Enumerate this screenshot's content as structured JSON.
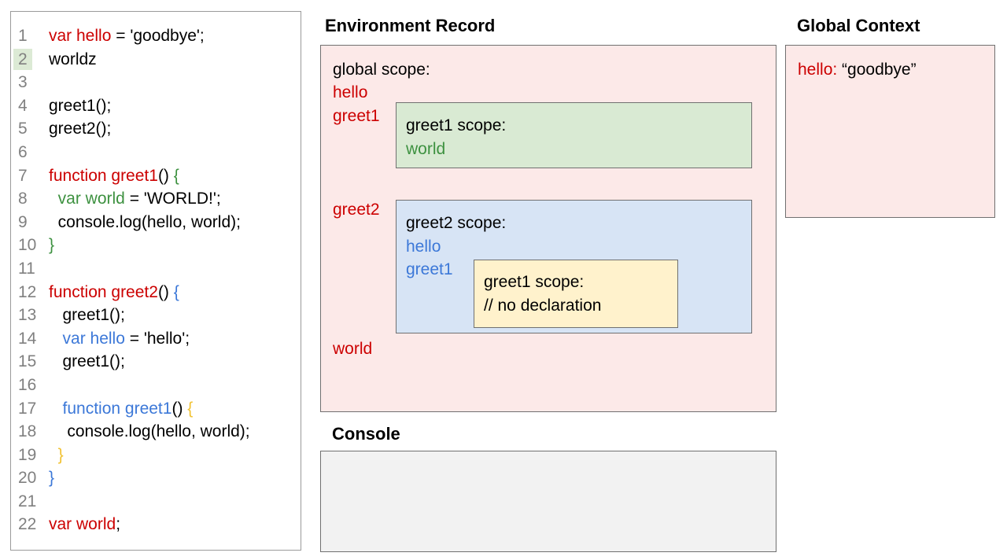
{
  "palette": {
    "code_red": "#cc0000",
    "code_green": "#3d9140",
    "code_blue": "#3c78d8",
    "code_yellow": "#f1c232",
    "code_black": "#000000",
    "line_number_gray": "#808080",
    "line_highlight_green": "#dcead5",
    "pink_bg": "#fce9e8",
    "green_bg": "#d9ead3",
    "blue_bg": "#d7e4f5",
    "yellow_bg": "#fff2cc",
    "console_bg": "#f2f2f2",
    "box_border": "#707070",
    "panel_border": "#9a9a9a"
  },
  "code_panel": {
    "lines": [
      {
        "num": "1",
        "tokens": [
          {
            "t": "var hello",
            "c": "red"
          },
          {
            "t": " = 'goodbye';",
            "c": "black"
          }
        ]
      },
      {
        "num": "2",
        "highlight": true,
        "tokens": [
          {
            "t": "worldz",
            "c": "black"
          }
        ]
      },
      {
        "num": "3",
        "tokens": []
      },
      {
        "num": "4",
        "tokens": [
          {
            "t": "greet1();",
            "c": "black"
          }
        ]
      },
      {
        "num": "5",
        "tokens": [
          {
            "t": "greet2();",
            "c": "black"
          }
        ]
      },
      {
        "num": "6",
        "tokens": []
      },
      {
        "num": "7",
        "tokens": [
          {
            "t": "function greet1",
            "c": "red"
          },
          {
            "t": "() ",
            "c": "black"
          },
          {
            "t": "{",
            "c": "green"
          }
        ]
      },
      {
        "num": "8",
        "tokens": [
          {
            "t": "  ",
            "c": "black"
          },
          {
            "t": "var world",
            "c": "green"
          },
          {
            "t": " = 'WORLD!';",
            "c": "black"
          }
        ]
      },
      {
        "num": "9",
        "tokens": [
          {
            "t": "  console.log(hello, world);",
            "c": "black"
          }
        ]
      },
      {
        "num": "10",
        "tokens": [
          {
            "t": "}",
            "c": "green"
          }
        ]
      },
      {
        "num": "11",
        "tokens": []
      },
      {
        "num": "12",
        "tokens": [
          {
            "t": "function greet2",
            "c": "red"
          },
          {
            "t": "() ",
            "c": "black"
          },
          {
            "t": "{",
            "c": "blue"
          }
        ]
      },
      {
        "num": "13",
        "tokens": [
          {
            "t": "   greet1();",
            "c": "black"
          }
        ]
      },
      {
        "num": "14",
        "tokens": [
          {
            "t": "   ",
            "c": "black"
          },
          {
            "t": "var hello",
            "c": "blue"
          },
          {
            "t": " = 'hello';",
            "c": "black"
          }
        ]
      },
      {
        "num": "15",
        "tokens": [
          {
            "t": "   greet1();",
            "c": "black"
          }
        ]
      },
      {
        "num": "16",
        "tokens": []
      },
      {
        "num": "17",
        "tokens": [
          {
            "t": "   ",
            "c": "black"
          },
          {
            "t": "function greet1",
            "c": "blue"
          },
          {
            "t": "() ",
            "c": "black"
          },
          {
            "t": "{",
            "c": "yellow"
          }
        ]
      },
      {
        "num": "18",
        "tokens": [
          {
            "t": "    console.log(hello, world);",
            "c": "black"
          }
        ]
      },
      {
        "num": "19",
        "tokens": [
          {
            "t": "  ",
            "c": "black"
          },
          {
            "t": "}",
            "c": "yellow"
          }
        ]
      },
      {
        "num": "20",
        "tokens": [
          {
            "t": "}",
            "c": "blue"
          }
        ]
      },
      {
        "num": "21",
        "tokens": []
      },
      {
        "num": "22",
        "tokens": [
          {
            "t": "var world",
            "c": "red"
          },
          {
            "t": ";",
            "c": "black"
          }
        ]
      }
    ]
  },
  "environment_record": {
    "title": "Environment Record",
    "global_label": "global scope:",
    "var_hello": "hello",
    "var_greet1": "greet1",
    "var_greet2": "greet2",
    "var_world": "world",
    "greet1_box": {
      "label": "greet1 scope:",
      "var_world": "world"
    },
    "greet2_box": {
      "label": "greet2 scope:",
      "var_hello": "hello",
      "var_greet1": "greet1",
      "inner_box": {
        "label": "greet1 scope:",
        "comment": "// no declaration"
      }
    }
  },
  "global_context": {
    "title": "Global Context",
    "entry_key": "hello:",
    "entry_value": " “goodbye”"
  },
  "console_panel": {
    "title": "Console"
  }
}
